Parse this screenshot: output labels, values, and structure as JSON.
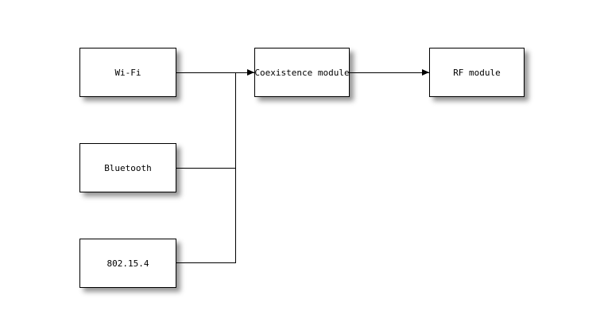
{
  "diagram": {
    "background_color": "#ffffff",
    "line_color": "#000000",
    "block_fill": "#ffffff",
    "blocks": [
      {
        "id": "wifi",
        "label": "Wi-Fi"
      },
      {
        "id": "bluetooth",
        "label": "Bluetooth"
      },
      {
        "id": "zigbee",
        "label": "802.15.4"
      },
      {
        "id": "coexistence",
        "label": "Coexistence module"
      },
      {
        "id": "rf",
        "label": "RF module"
      }
    ]
  }
}
